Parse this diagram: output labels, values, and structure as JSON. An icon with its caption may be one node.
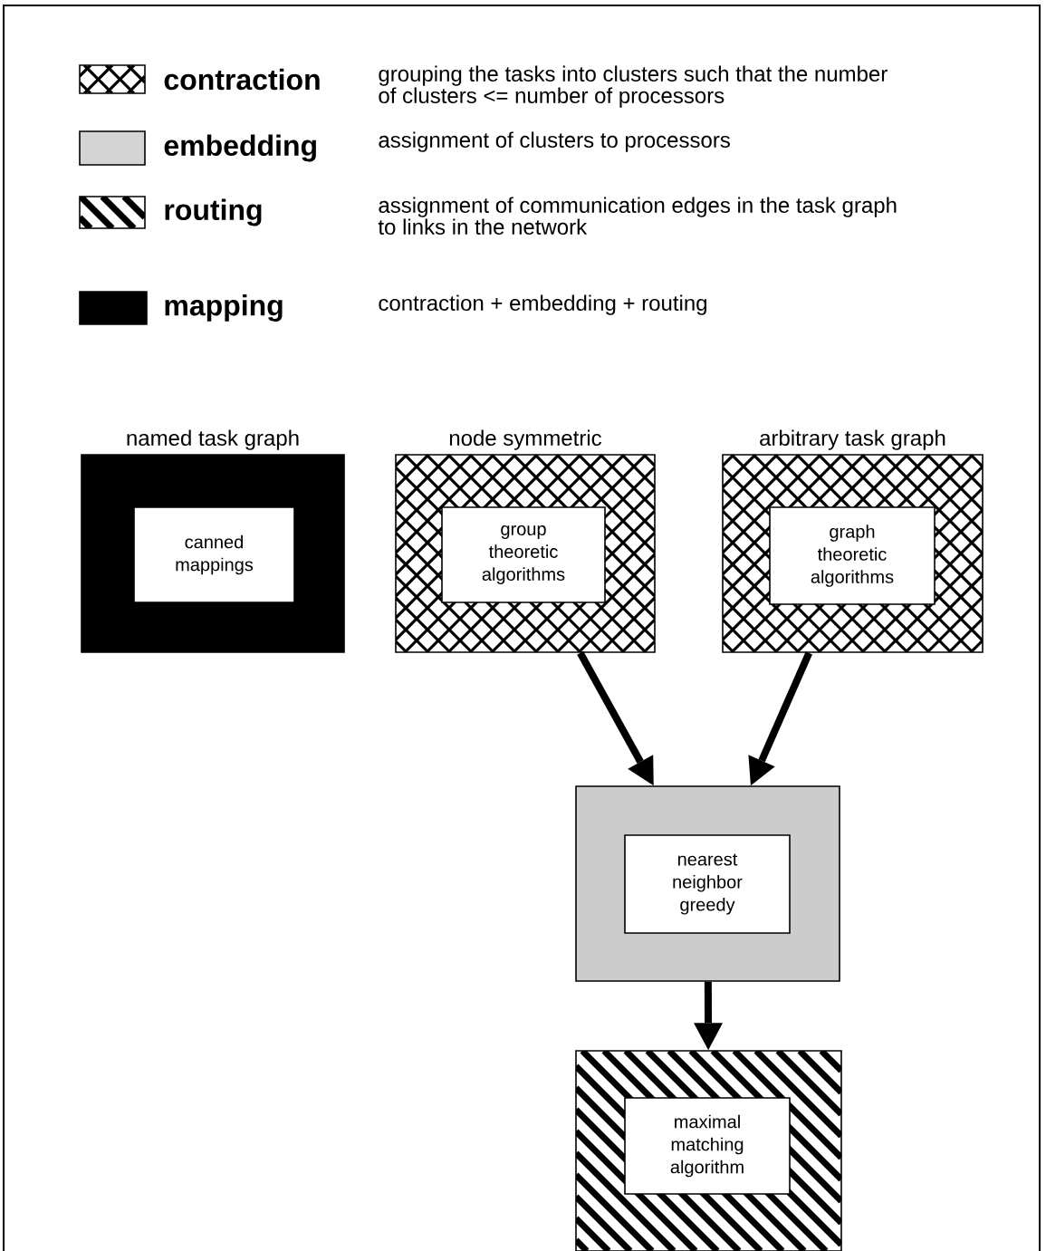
{
  "diagram": {
    "nodes": [
      {
        "text": [
          "named task graph"
        ]
      },
      {
        "text": [
          "canned mappings"
        ],
        "in": 0
      },
      {
        "text": [
          "node symmetric"
        ]
      },
      {
        "text": [
          "group theoretic algorithms"
        ],
        "in": 2
      },
      {
        "text": [
          "arbitrary task graph"
        ]
      },
      {
        "text": [
          "graph theoretic algorithms"
        ],
        "in": 4
      },
      {
        "text": [],
        "shape": "box"
      },
      {
        "text": [
          "nearest neighbor greedy"
        ],
        "in": 6
      },
      {
        "text": [],
        "shape": "box"
      },
      {
        "text": [
          "maximal matching algorithm"
        ],
        "in": 8
      }
    ],
    "edges": [
      {
        "from": 2,
        "to": 6,
        "arrow": "to"
      },
      {
        "from": 4,
        "to": 6,
        "arrow": "to"
      },
      {
        "from": 6,
        "to": 8,
        "arrow": "to"
      }
    ],
    "labels": [
      "grouping the tasks into clusters such that the number of clusters <= number of processors",
      "assignment of clusters to processors",
      "assignment of communication edges in the task graph to links in the network",
      "contraction + embedding + routing"
    ],
    "legend": [
      {
        "text": "contraction"
      },
      {
        "text": "embedding",
        "color": "#d4d4d4"
      },
      {
        "text": "routing"
      },
      {
        "text": "mapping",
        "color": "#000000"
      }
    ]
  }
}
